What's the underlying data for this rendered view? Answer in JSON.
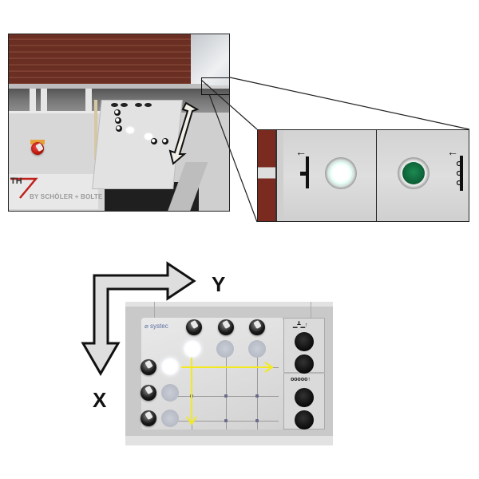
{
  "figure": {
    "top_photo": {
      "description": "Edge banding machine with mounted control panel",
      "logo": {
        "mark": "TH",
        "subtext": "BY SCHÖLER + BOLTE"
      },
      "emergency_switch_color": "#c0201a",
      "wood_color": "#6a2e22"
    },
    "detail_inset": {
      "buttons": [
        {
          "name": "left-button",
          "state": "lit",
          "lens_color": "#ffffff",
          "glow_color": "#86e0c6",
          "symbol": "arrow-left-with-vertical-bar"
        },
        {
          "name": "right-button",
          "state": "unlit",
          "lens_color": "#0c5e34",
          "symbol": "arrow-left-with-dotted-bar"
        }
      ],
      "arrow_glyph": "←"
    },
    "axes": {
      "x_label": "X",
      "y_label": "Y"
    },
    "control_panel": {
      "brand": "⌀ systec",
      "top_row_knobs": 3,
      "left_column_knobs": 3,
      "top_row_lights": [
        "on",
        "off",
        "off"
      ],
      "left_column_lights": [
        "on",
        "off",
        "off"
      ],
      "side_groups": [
        {
          "symbol": "▁┸▁↑",
          "buttons": 2
        },
        {
          "symbol": "ooooo↑",
          "buttons": 2
        }
      ],
      "annotation_arrow_color": "#f2ea1e",
      "grid": {
        "rows": 3,
        "cols": 3
      }
    }
  }
}
